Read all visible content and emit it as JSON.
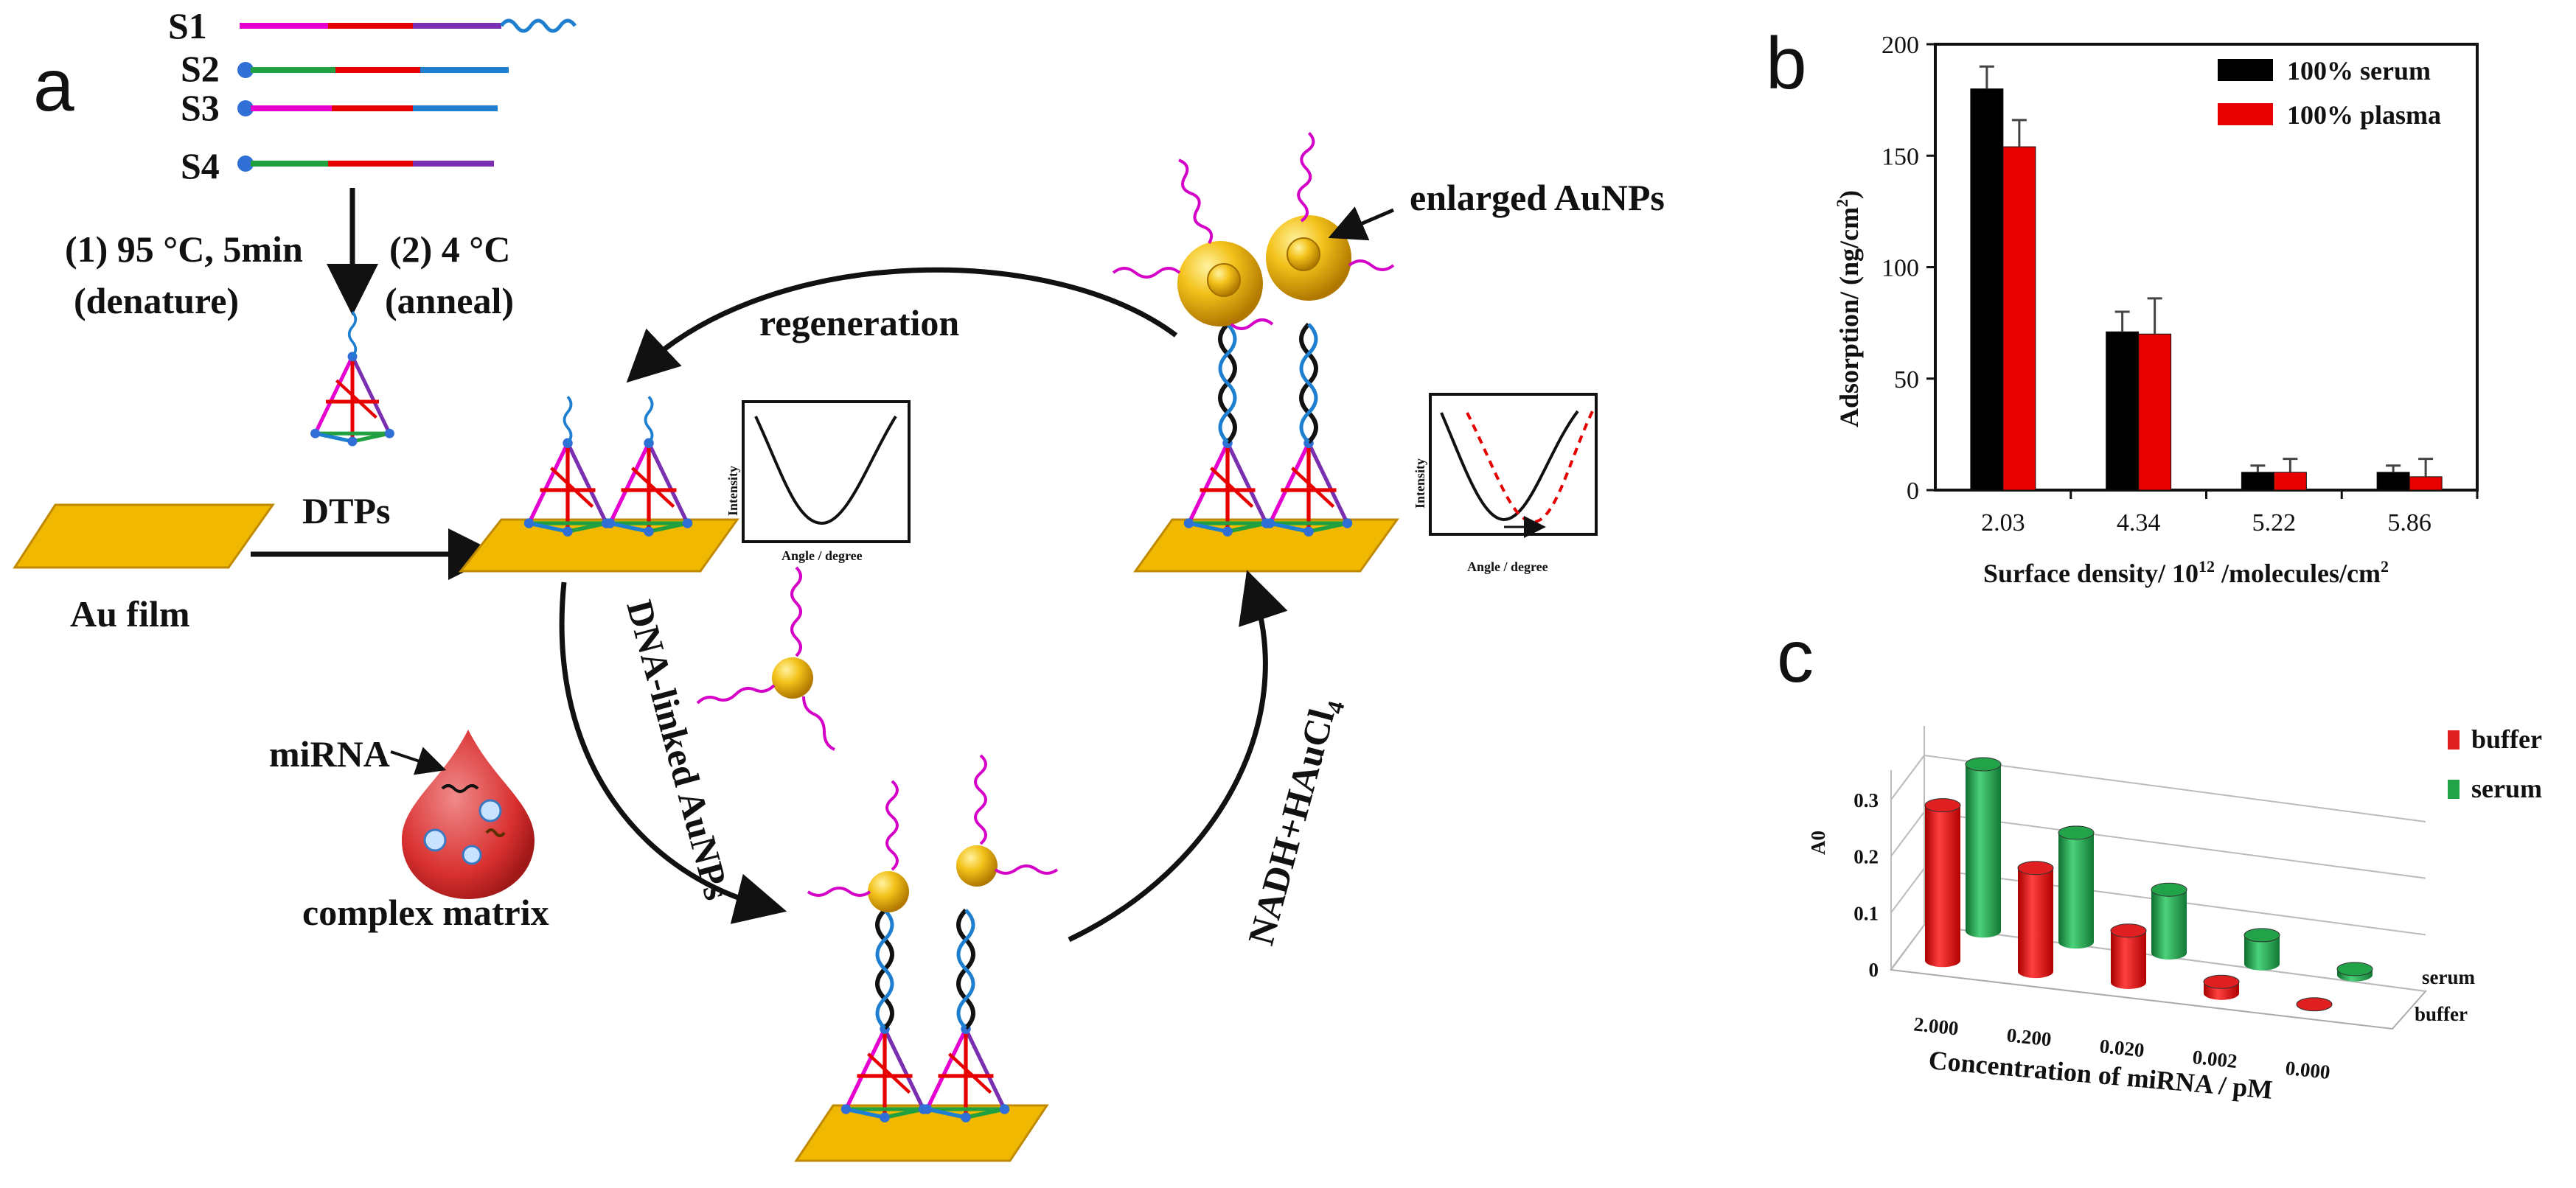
{
  "panels": {
    "a": "a",
    "b": "b",
    "c": "c"
  },
  "panel_a": {
    "strands": [
      "S1",
      "S2",
      "S3",
      "S4"
    ],
    "step1": "(1) 95 °C, 5min",
    "step1_sub": "(denature)",
    "step2": "(2) 4 °C",
    "step2_sub": "(anneal)",
    "dtps": "DTPs",
    "au_film": "Au film",
    "mirna": "miRNA",
    "complex_matrix": "complex matrix",
    "regeneration": "regeneration",
    "enlarged": "enlarged AuNPs",
    "dna_linked": "DNA-linked AuNPs",
    "nadh": "NADH+HAuCl",
    "nadh_sub": "4",
    "inset_ylabel": "Intensity",
    "inset_xlabel": "Angle / degree",
    "colors": {
      "gold": "#f0b800",
      "magenta": "#e600d0",
      "red": "#e60000",
      "green": "#20a040",
      "blue": "#1e7fd0",
      "purple": "#7a2fb0"
    }
  },
  "chart_data": [
    {
      "type": "bar",
      "panel": "b",
      "categories": [
        "2.03",
        "4.34",
        "5.22",
        "5.86"
      ],
      "series": [
        {
          "name": "100% serum",
          "color": "#000000",
          "values": [
            180,
            71,
            8,
            8
          ],
          "errors": [
            10,
            9,
            3,
            3
          ]
        },
        {
          "name": "100% plasma",
          "color": "#e60000",
          "values": [
            154,
            70,
            8,
            6
          ],
          "errors": [
            12,
            16,
            6,
            8
          ]
        }
      ],
      "ylim": [
        0,
        200
      ],
      "yticks": [
        0,
        50,
        100,
        150,
        200
      ],
      "ylabel_main": "Adsorption/ (ng/cm",
      "ylabel_sup": "2",
      "ylabel_end": ")",
      "xlabel_main": "Surface density/ 10",
      "xlabel_sup": "12",
      "xlabel_end": " /molecules/cm",
      "xlabel_sup2": "2",
      "legend_position": "top-right"
    },
    {
      "type": "bar",
      "panel": "c",
      "style": "3d-cylinder",
      "categories": [
        "2.000",
        "0.200",
        "0.020",
        "0.002",
        "0.000"
      ],
      "series": [
        {
          "name": "buffer",
          "color": "#e02020",
          "values": [
            0.27,
            0.18,
            0.09,
            0.02,
            0.0
          ]
        },
        {
          "name": "serum",
          "color": "#22a34a",
          "values": [
            0.29,
            0.19,
            0.11,
            0.05,
            0.01
          ]
        }
      ],
      "ylim": [
        0,
        0.3
      ],
      "yticks": [
        "0",
        "0.1",
        "0.2",
        "0.3"
      ],
      "ylabel": "A0",
      "xlabel": "Concentration of miRNA / pM",
      "depth_labels": [
        "serum",
        "buffer"
      ],
      "legend_position": "right"
    }
  ]
}
